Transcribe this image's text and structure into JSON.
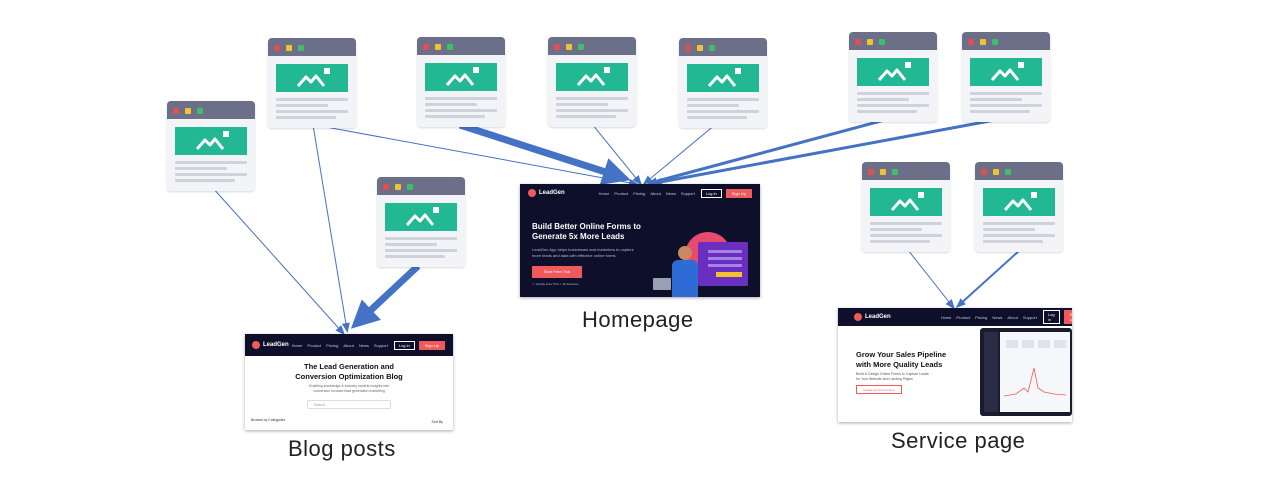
{
  "captions": {
    "homepage": "Homepage",
    "blog": "Blog posts",
    "service": "Service page"
  },
  "colors": {
    "arrow": "#4472c4",
    "window_bar": "#6b6f88",
    "image_block": "#22b893",
    "dark_bg": "#0d0f2b",
    "accent_red": "#f05a5a"
  },
  "icons": {
    "window": "browser-window-icon",
    "image": "mountain-image-icon"
  },
  "homepage_shot": {
    "brand": "LeadGen",
    "nav": [
      "Home",
      "Product",
      "Pricing",
      "About",
      "News",
      "Support"
    ],
    "login": "Log in",
    "signup": "Sign Up",
    "headline_1": "Build Better Online Forms to",
    "headline_2": "Generate 5x More Leads",
    "body_1": "LeadGen App helps businesses and marketers to capture",
    "body_2": "more leads and data with effective online forms.",
    "cta": "Start Free Trial",
    "note": "✓ 14-Day Free Trial   ✓ All Features"
  },
  "blog_shot": {
    "brand": "LeadGen",
    "nav": [
      "Home",
      "Product",
      "Pricing",
      "About",
      "News",
      "Support"
    ],
    "login": "Log in",
    "signup": "Sign Up",
    "headline_1": "The Lead Generation and",
    "headline_2": "Conversion Optimization Blog",
    "body_1": "Enabling knowledge & industry experts insights into",
    "body_2": "conversion focused lead generation marketing",
    "search": "Search...",
    "footer_left": "Browse by Categories",
    "footer_right": "Sort By"
  },
  "service_shot": {
    "brand": "LeadGen",
    "nav": [
      "Home",
      "Product",
      "Pricing",
      "News",
      "About",
      "Support"
    ],
    "login": "Log in",
    "signup": "Sign Up",
    "headline_1": "Grow Your Sales Pipeline",
    "headline_2": "with More Quality Leads",
    "body_1": "Build & Design Online Forms to Capture Leads",
    "body_2": "for Your Website and Landing Pages",
    "cta": "Create a Form For Free"
  }
}
